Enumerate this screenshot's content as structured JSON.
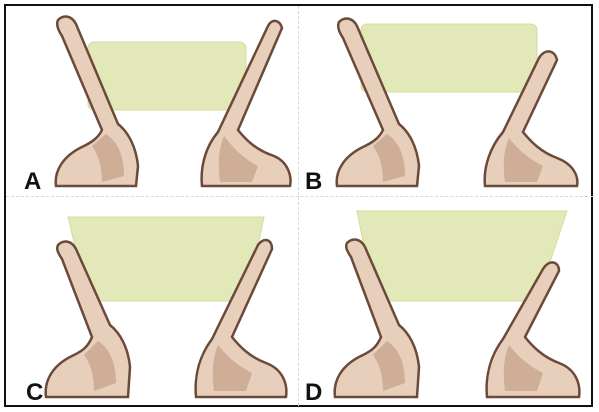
{
  "panels": [
    {
      "id": "A",
      "label": "A"
    },
    {
      "id": "B",
      "label": "B"
    },
    {
      "id": "C",
      "label": "C"
    },
    {
      "id": "D",
      "label": "D"
    }
  ],
  "colors": {
    "graft_fill": "#e3e8b9",
    "graft_edge": "#d4dba0",
    "bone_fill": "#e7cfbc",
    "bone_shade": "#cfae98",
    "bone_outline": "#6b4a3a",
    "label": "#111111"
  }
}
